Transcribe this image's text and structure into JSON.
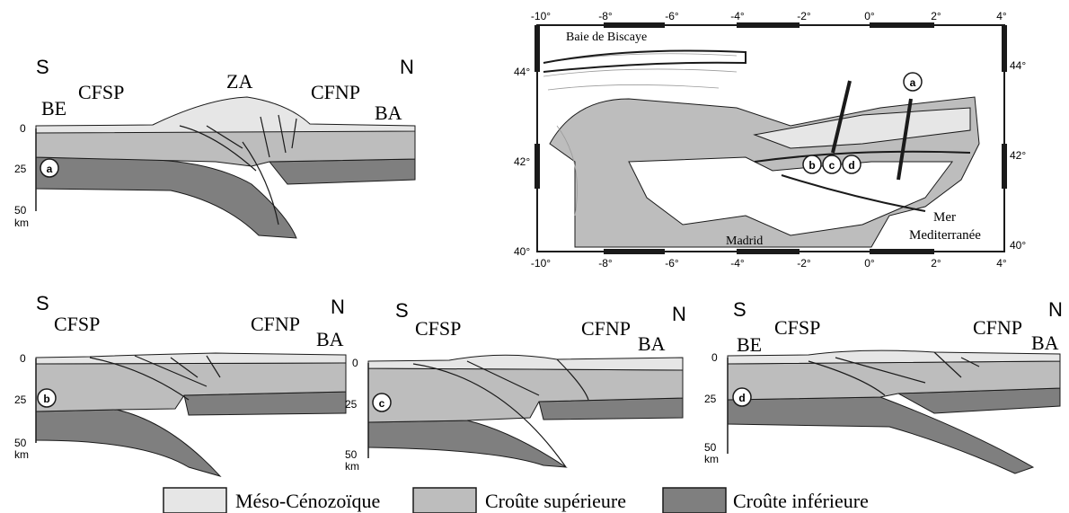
{
  "colors": {
    "meso": "#e6e6e6",
    "upper": "#bdbdbd",
    "lower": "#7f7f7f",
    "line": "#1a1a1a"
  },
  "sections": {
    "a": {
      "letter": "a",
      "south": "S",
      "north": "N",
      "labels": [
        "BE",
        "CFSP",
        "ZA",
        "CFNP",
        "BA"
      ]
    },
    "b": {
      "letter": "b",
      "south": "S",
      "north": "N",
      "labels": [
        "CFSP",
        "CFNP",
        "BA"
      ]
    },
    "c": {
      "letter": "c",
      "south": "S",
      "north": "N",
      "labels": [
        "CFSP",
        "CFNP",
        "BA"
      ]
    },
    "d": {
      "letter": "d",
      "south": "S",
      "north": "N",
      "labels": [
        "BE",
        "CFSP",
        "CFNP",
        "BA"
      ]
    }
  },
  "depth_axis": {
    "ticks": [
      "0",
      "25",
      "50"
    ],
    "unit": "km"
  },
  "map": {
    "lon_ticks": [
      "-10°",
      "-8°",
      "-6°",
      "-4°",
      "-2°",
      "0°",
      "2°",
      "4°"
    ],
    "lat_ticks": [
      "40°",
      "42°",
      "44°"
    ],
    "places": {
      "biscaye": "Baie de Biscaye",
      "madrid": "Madrid",
      "mer": "Mer",
      "med": "Mediterranée"
    },
    "section_markers": [
      "a",
      "b",
      "c",
      "d"
    ]
  },
  "legend": [
    {
      "label": "Méso-Cénozoïque",
      "color_key": "meso"
    },
    {
      "label": "Croûte supérieure",
      "color_key": "upper"
    },
    {
      "label": "Croûte inférieure",
      "color_key": "lower"
    }
  ]
}
